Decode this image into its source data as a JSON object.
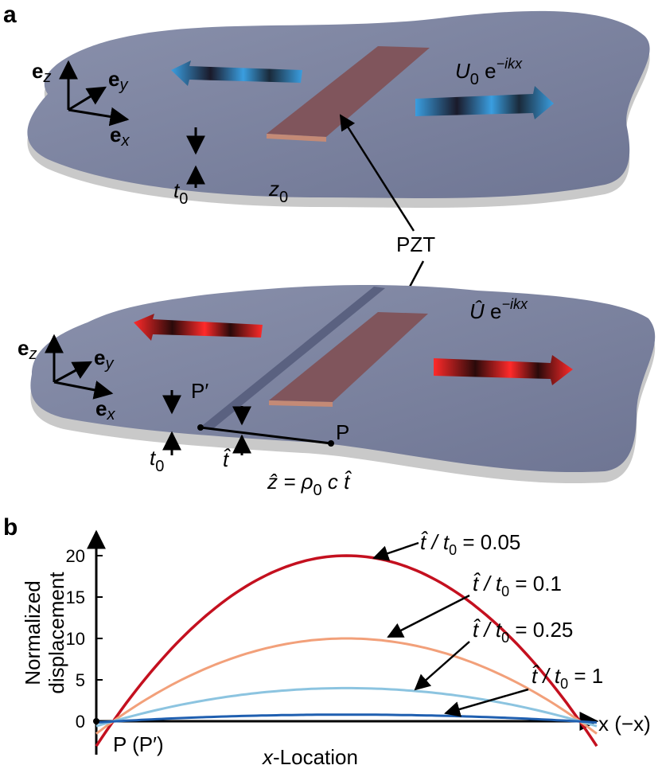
{
  "figure": {
    "panel_a": {
      "label": "a",
      "top_plate": {
        "axis_ez": "e",
        "axis_ez_sub": "z",
        "axis_ey": "e",
        "axis_ey_sub": "y",
        "axis_ex": "e",
        "axis_ex_sub": "x",
        "thickness": "t",
        "thickness_sub": "0",
        "impedance": "z",
        "impedance_sub": "0",
        "wave": "U",
        "wave_sub": "0",
        "wave_exp": " e",
        "wave_sup": "−ikx"
      },
      "pzt_label": "PZT",
      "bottom_plate": {
        "axis_ez": "e",
        "axis_ez_sub": "z",
        "axis_ey": "e",
        "axis_ey_sub": "y",
        "axis_ex": "e",
        "axis_ex_sub": "x",
        "point_p_prime": "P′",
        "point_p": "P",
        "thickness": "t",
        "thickness_sub": "0",
        "interface_thickness": "t̂",
        "wave": "Û",
        "wave_exp": " e",
        "wave_sup": "−ikx",
        "impedance_eq_lhs": "ẑ",
        "impedance_eq_mid": " = ρ",
        "impedance_eq_sub": "0",
        "impedance_eq_rhs": " c t̂"
      },
      "colors": {
        "plate_top": "#7a82a0",
        "plate_edge": "#c8c8c8",
        "pzt": "#80555c",
        "wave_blue": "#3a9ee0",
        "wave_red": "#ff2a2a"
      }
    },
    "panel_b": {
      "label": "b",
      "ylabel_line1": "Normalized",
      "ylabel_line2": "displacement",
      "xlabel_italic": "x",
      "xlabel_rest": "-Location",
      "x_axis_end_label": "x (−x)",
      "origin_label": "P (P′)",
      "series_labels": [
        {
          "name": "t̂ / t",
          "sub": "0",
          "value": " = 0.05"
        },
        {
          "name": "t̂ / t",
          "sub": "0",
          "value": " = 0.1"
        },
        {
          "name": "t̂ / t",
          "sub": "0",
          "value": " = 0.25"
        },
        {
          "name": "t̂ / t",
          "sub": "0",
          "value": " = 1"
        }
      ]
    }
  },
  "chart_data": {
    "type": "line",
    "title": "",
    "xlabel": "x-Location",
    "ylabel": "Normalized displacement",
    "yticks": [
      "0",
      "5",
      "10",
      "15",
      "20"
    ],
    "ylim": [
      -3,
      22
    ],
    "xlim": [
      0,
      1
    ],
    "grid": false,
    "legend": "annotations with arrows",
    "series": [
      {
        "name": "t̂ / t0 = 0.05",
        "color": "#c4101f",
        "peak": 20,
        "x": [
          0,
          0.5,
          1
        ],
        "y": [
          -3,
          20,
          -3
        ]
      },
      {
        "name": "t̂ / t0 = 0.1",
        "color": "#f2a07a",
        "peak": 10,
        "x": [
          0,
          0.5,
          1
        ],
        "y": [
          -1.5,
          10,
          -1.5
        ]
      },
      {
        "name": "t̂ / t0 = 0.25",
        "color": "#8cc4e0",
        "peak": 4,
        "x": [
          0,
          0.5,
          1
        ],
        "y": [
          -0.6,
          4,
          -0.6
        ]
      },
      {
        "name": "t̂ / t0 = 1",
        "color": "#1f5fb0",
        "peak": 0.8,
        "x": [
          0,
          0.5,
          1
        ],
        "y": [
          -0.15,
          0.8,
          -0.15
        ]
      }
    ]
  }
}
